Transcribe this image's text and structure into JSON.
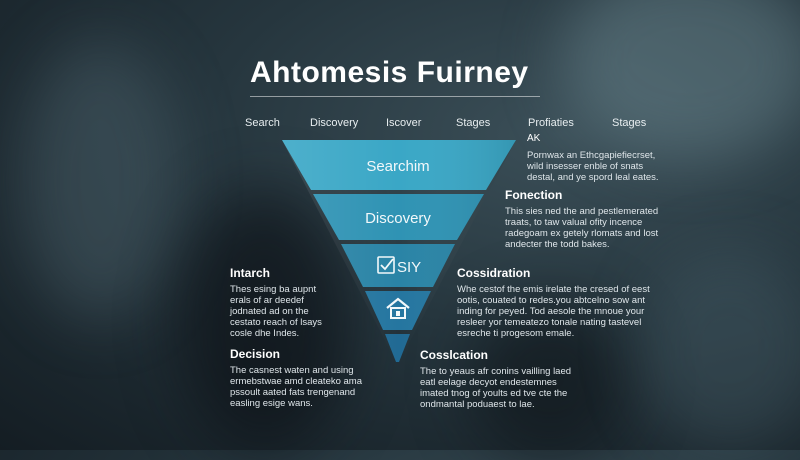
{
  "title": "Ahtomesis Fuirney",
  "stage_row": [
    "Search",
    "Discovery",
    "Iscover",
    "Stages",
    "Profiaties",
    "Stages"
  ],
  "funnel_bands": [
    {
      "label": "Searchim",
      "color": "#3aa7c6"
    },
    {
      "label": "Discovery",
      "color": "#2f93b4"
    },
    {
      "label": "SIY",
      "icon": "checklist-box-icon",
      "color": "#2a84a6"
    },
    {
      "label": "",
      "icon": "house-lock-icon",
      "color": "#2576a0"
    },
    {
      "label": "",
      "color": "#216a94"
    }
  ],
  "right_blocks": [
    {
      "heading": "AK",
      "lines": [
        "Pornwax an Ethcgapiefiecrset,",
        "wild insesser enble of snats",
        "destal, and ye spord leal eates."
      ]
    },
    {
      "heading": "Fonection",
      "lines": [
        "This sies ned the and pestlemerated",
        "traats, to taw valual ofity incence",
        "radegoam ex getely rlomats and lost",
        "andecter the todd bakes."
      ]
    },
    {
      "heading": "Cossidration",
      "lines": [
        "Whe cestof the emis irelate the cresed of eest",
        "ootis, couated to redes.you abtcelno sow ant",
        "inding for peyed. Tod aesole the mnoue your",
        "resleer yor temeatezo tonale nating tastevel",
        "esreche ti progesom emale."
      ]
    },
    {
      "heading": "Cosslcation",
      "lines": [
        "The to yeaus afr conins vailling laed",
        "eatl eelage decyot endestemnes",
        "imated tnog of yoults ed tve cte the",
        "ondmantal poduaest to lae."
      ]
    }
  ],
  "left_blocks": [
    {
      "heading": "Intarch",
      "lines": [
        "Thes esing ba aupnt",
        "erals of ar deedef",
        "jodnated ad on the",
        "cestato reach of lsays",
        "cosle dhe Indes."
      ]
    },
    {
      "heading": "Decision",
      "lines": [
        "The casnest waten and using",
        "ermebstwae amd cleateko ama",
        "pssoult aated fats trengenand",
        "easling esige wans."
      ]
    }
  ]
}
